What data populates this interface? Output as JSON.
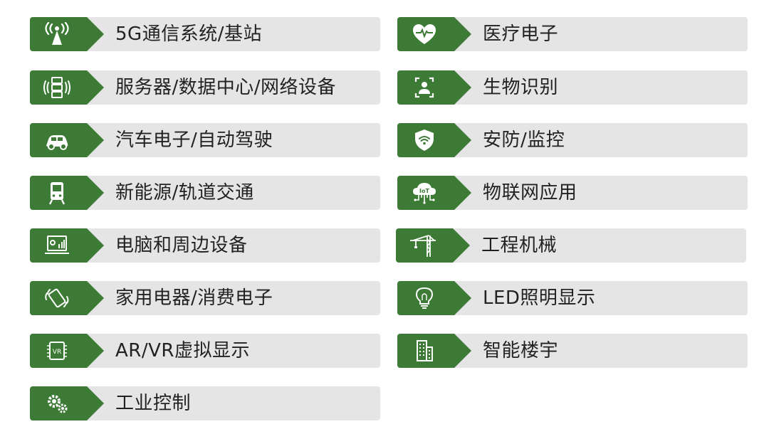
{
  "colors": {
    "badge": "#3c7a35",
    "panel": "#e5e5e6",
    "text": "#222222"
  },
  "left_items": [
    {
      "label": "5G通信系统/基站",
      "icon": "antenna-tower-icon"
    },
    {
      "label": "服务器/数据中心/网络设备",
      "icon": "server-rack-icon"
    },
    {
      "label": "汽车电子/自动驾驶",
      "icon": "car-icon"
    },
    {
      "label": "新能源/轨道交通",
      "icon": "train-icon"
    },
    {
      "label": "电脑和周边设备",
      "icon": "laptop-chart-icon"
    },
    {
      "label": "家用电器/消费电子",
      "icon": "smartphone-vibrate-icon"
    },
    {
      "label": "AR/VR虚拟显示",
      "icon": "vr-chip-icon",
      "icon_text": "VR"
    },
    {
      "label": "工业控制",
      "icon": "gears-icon"
    }
  ],
  "right_items": [
    {
      "label": "医疗电子",
      "icon": "heart-pulse-icon"
    },
    {
      "label": "生物识别",
      "icon": "face-scan-icon"
    },
    {
      "label": "安防/监控",
      "icon": "security-shield-icon"
    },
    {
      "label": "物联网应用",
      "icon": "iot-cloud-icon",
      "icon_text": "IoT"
    },
    {
      "label": "工程机械",
      "icon": "tower-crane-icon"
    },
    {
      "label": "LED照明显示",
      "icon": "light-bulb-icon"
    },
    {
      "label": "智能楼宇",
      "icon": "building-icon"
    }
  ]
}
